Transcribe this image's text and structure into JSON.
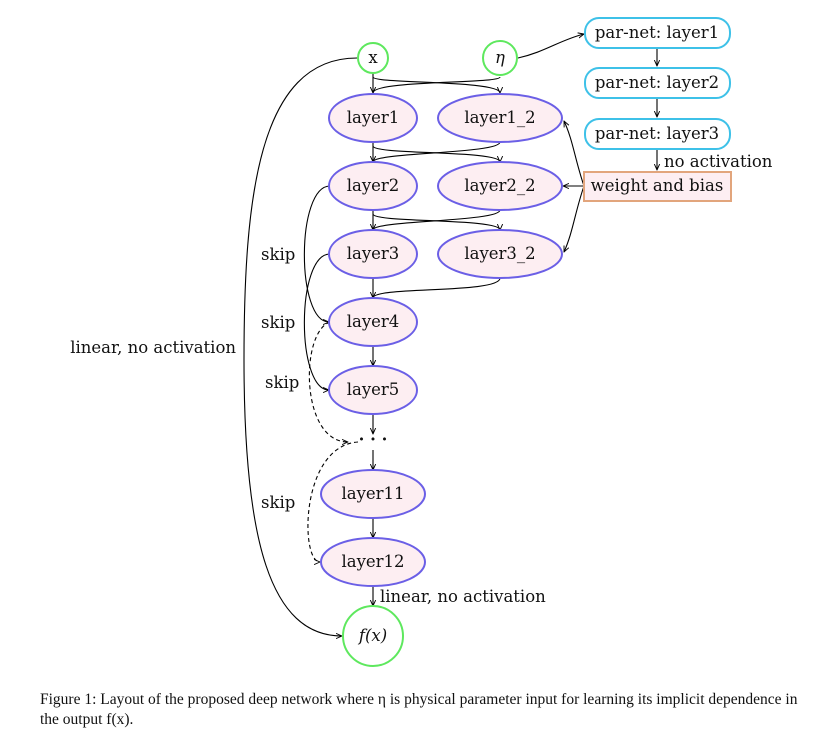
{
  "nodes": {
    "x": "x",
    "eta": "η",
    "layer1": "layer1",
    "layer1_2": "layer1_2",
    "layer2": "layer2",
    "layer2_2": "layer2_2",
    "layer3": "layer3",
    "layer3_2": "layer3_2",
    "layer4": "layer4",
    "layer5": "layer5",
    "dots": "· · ·",
    "layer11": "layer11",
    "layer12": "layer12",
    "fx": "f(x)",
    "parnet1": "par-net: layer1",
    "parnet2": "par-net: layer2",
    "parnet3": "par-net: layer3",
    "weight_bias": "weight and bias"
  },
  "edge_labels": {
    "no_activation": "no activation",
    "skip": "skip",
    "linear_no_activation": "linear, no activation"
  },
  "caption": "Figure 1: Layout of the proposed deep network where η is physical parameter input for learning its implicit dependence in the output f(x).",
  "colors": {
    "network_node_stroke": "#6b5fe6",
    "network_node_fill": "#fdeef2",
    "io_node_stroke": "#5ee85e",
    "parnet_stroke": "#3ec1e8",
    "weight_box_stroke": "#e2a57c",
    "weight_box_fill": "#fdeef2"
  }
}
